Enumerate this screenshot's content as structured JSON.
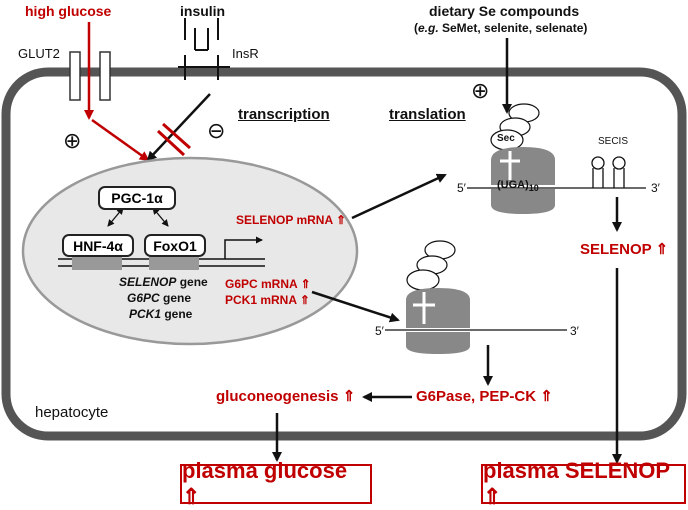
{
  "inputs": {
    "high_glucose": "high glucose",
    "insulin": "insulin",
    "dietary_se_line1": "dietary Se compounds",
    "dietary_se_eg": "e.g.",
    "dietary_se_line2_rest": " SeMet, selenite, selenate)"
  },
  "receptors": {
    "glut2": "GLUT2",
    "insr": "InsR"
  },
  "signs": {
    "plus": "⊕",
    "minus": "⊖"
  },
  "sections": {
    "transcription": "transcription",
    "translation": "translation"
  },
  "nucleus": {
    "pgc1a": "PGC-1α",
    "hnf4a": "HNF-4α",
    "foxo1": "FoxO1",
    "genes": [
      {
        "name": "SELENOP",
        "suffix": " gene"
      },
      {
        "name": "G6PC",
        "suffix": " gene"
      },
      {
        "name": "PCK1",
        "suffix": " gene"
      }
    ]
  },
  "mrna": {
    "selenop": "SELENOP mRNA ⇑",
    "g6pc": "G6PC mRNA ⇑",
    "pck1": "PCK1 mRNA ⇑"
  },
  "ribosome": {
    "sec": "Sec",
    "uga": "(UGA)",
    "uga_sub": "10",
    "five_prime": "5′",
    "three_prime": "3′",
    "secis": "SECIS"
  },
  "outputs": {
    "selenop": "SELENOP ⇑",
    "enzymes": "G6Pase, PEP-CK ⇑",
    "gluconeogenesis": "gluconeogenesis ⇑",
    "hepatocyte": "hepatocyte",
    "plasma_glucose": "plasma glucose ⇑",
    "plasma_selenop": "plasma SELENOP ⇑"
  },
  "colors": {
    "red": "#c00000",
    "gray": "#808080",
    "dark": "#555555"
  }
}
